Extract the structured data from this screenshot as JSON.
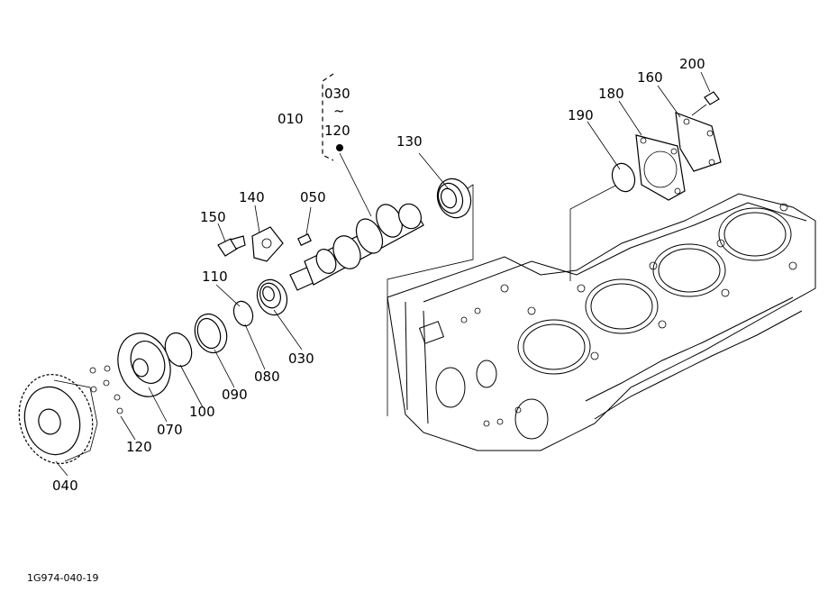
{
  "drawing": {
    "code": "1G974-040-19",
    "group_label": {
      "top": "030",
      "tilde": "~",
      "bottom": "120",
      "group": "010"
    },
    "callouts": {
      "c130": "130",
      "c140": "140",
      "c050": "050",
      "c150": "150",
      "c110": "110",
      "c030": "030",
      "c080": "080",
      "c090": "090",
      "c100": "100",
      "c070": "070",
      "c120": "120",
      "c040": "040",
      "c190": "190",
      "c180": "180",
      "c160": "160",
      "c200": "200"
    }
  }
}
